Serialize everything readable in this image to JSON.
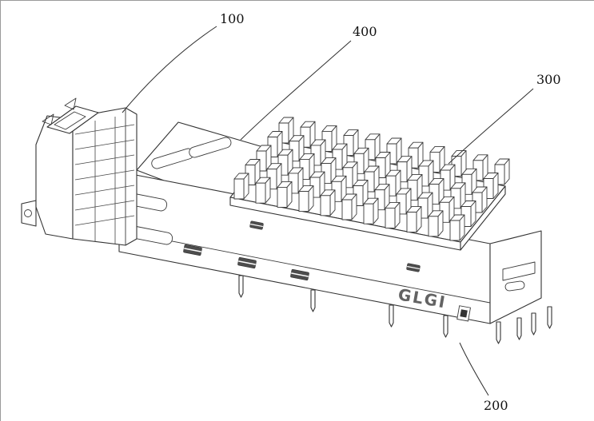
{
  "figure": {
    "part_marking": "GLGI",
    "labels": [
      {
        "id": "100",
        "text": "100"
      },
      {
        "id": "400",
        "text": "400"
      },
      {
        "id": "300",
        "text": "300"
      },
      {
        "id": "200",
        "text": "200"
      }
    ]
  }
}
